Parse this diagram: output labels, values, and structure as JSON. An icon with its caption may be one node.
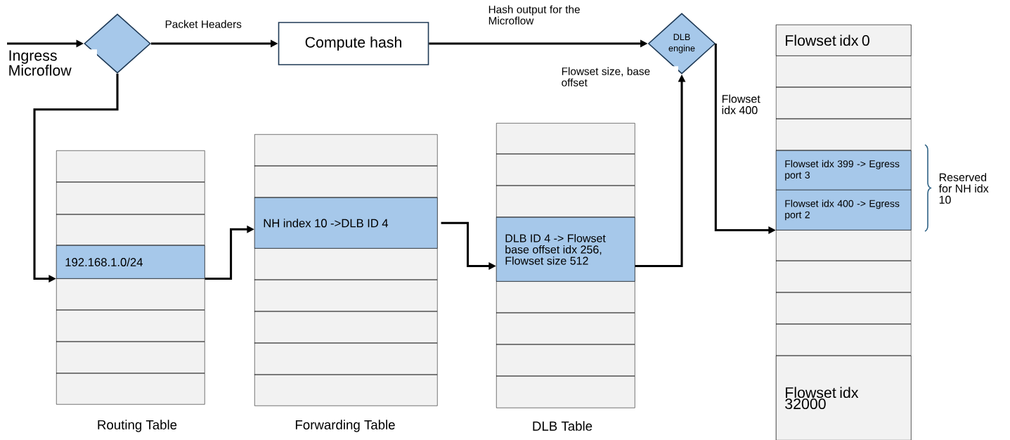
{
  "diagram": {
    "nodes": [
      {
        "text": [],
        "shape": "diamond"
      },
      {
        "text": [
          "Compute hash"
        ]
      },
      {
        "text": [
          "DLB engine"
        ]
      },
      {
        "text": [],
        "shape": "box",
        "beside": [
          "Routing Table"
        ]
      },
      {
        "text": [
          "192.168.1.0/24"
        ],
        "in": 3
      },
      {
        "text": [],
        "shape": "box",
        "beside": [
          "Forwarding Table"
        ]
      },
      {
        "text": [
          "NH index 10 ->DLB ID 4"
        ],
        "in": 5
      },
      {
        "text": [],
        "shape": "box",
        "beside": [
          "DLB Table"
        ]
      },
      {
        "text": [
          "DLB ID 4 -> Flowset base offset idx 256, Flowset size 512"
        ],
        "in": 7
      },
      {
        "text": [],
        "shape": "box"
      },
      {
        "text": [
          "Flowset idx 0"
        ],
        "in": 9
      },
      {
        "text": [
          "Flowset idx 399 -> Egress port 3"
        ],
        "in": 9
      },
      {
        "text": [
          "Flowset idx 400 -> Egress port 2"
        ],
        "in": 9
      },
      {
        "text": [
          "Flowset idx 32000"
        ],
        "in": 9
      }
    ],
    "edges": [
      {
        "from": null,
        "to": 0,
        "arrow": "to",
        "label": "Ingress Microflow"
      },
      {
        "from": 0,
        "to": 1,
        "arrow": "to",
        "label": "Packet Headers"
      },
      {
        "from": 1,
        "to": 2,
        "arrow": "to",
        "label": "Hash output for the Microflow"
      },
      {
        "from": 0,
        "to": 4,
        "arrow": "to"
      },
      {
        "from": 4,
        "to": 6,
        "arrow": "to"
      },
      {
        "from": 6,
        "to": 8,
        "arrow": "to"
      },
      {
        "from": 8,
        "to": 2,
        "arrow": "to",
        "label": "Flowset size, base offset"
      },
      {
        "from": 2,
        "to": 9,
        "arrow": "to",
        "label": "Flowset idx 400"
      }
    ],
    "labels": [
      "Reserved for NH idx 10"
    ]
  }
}
